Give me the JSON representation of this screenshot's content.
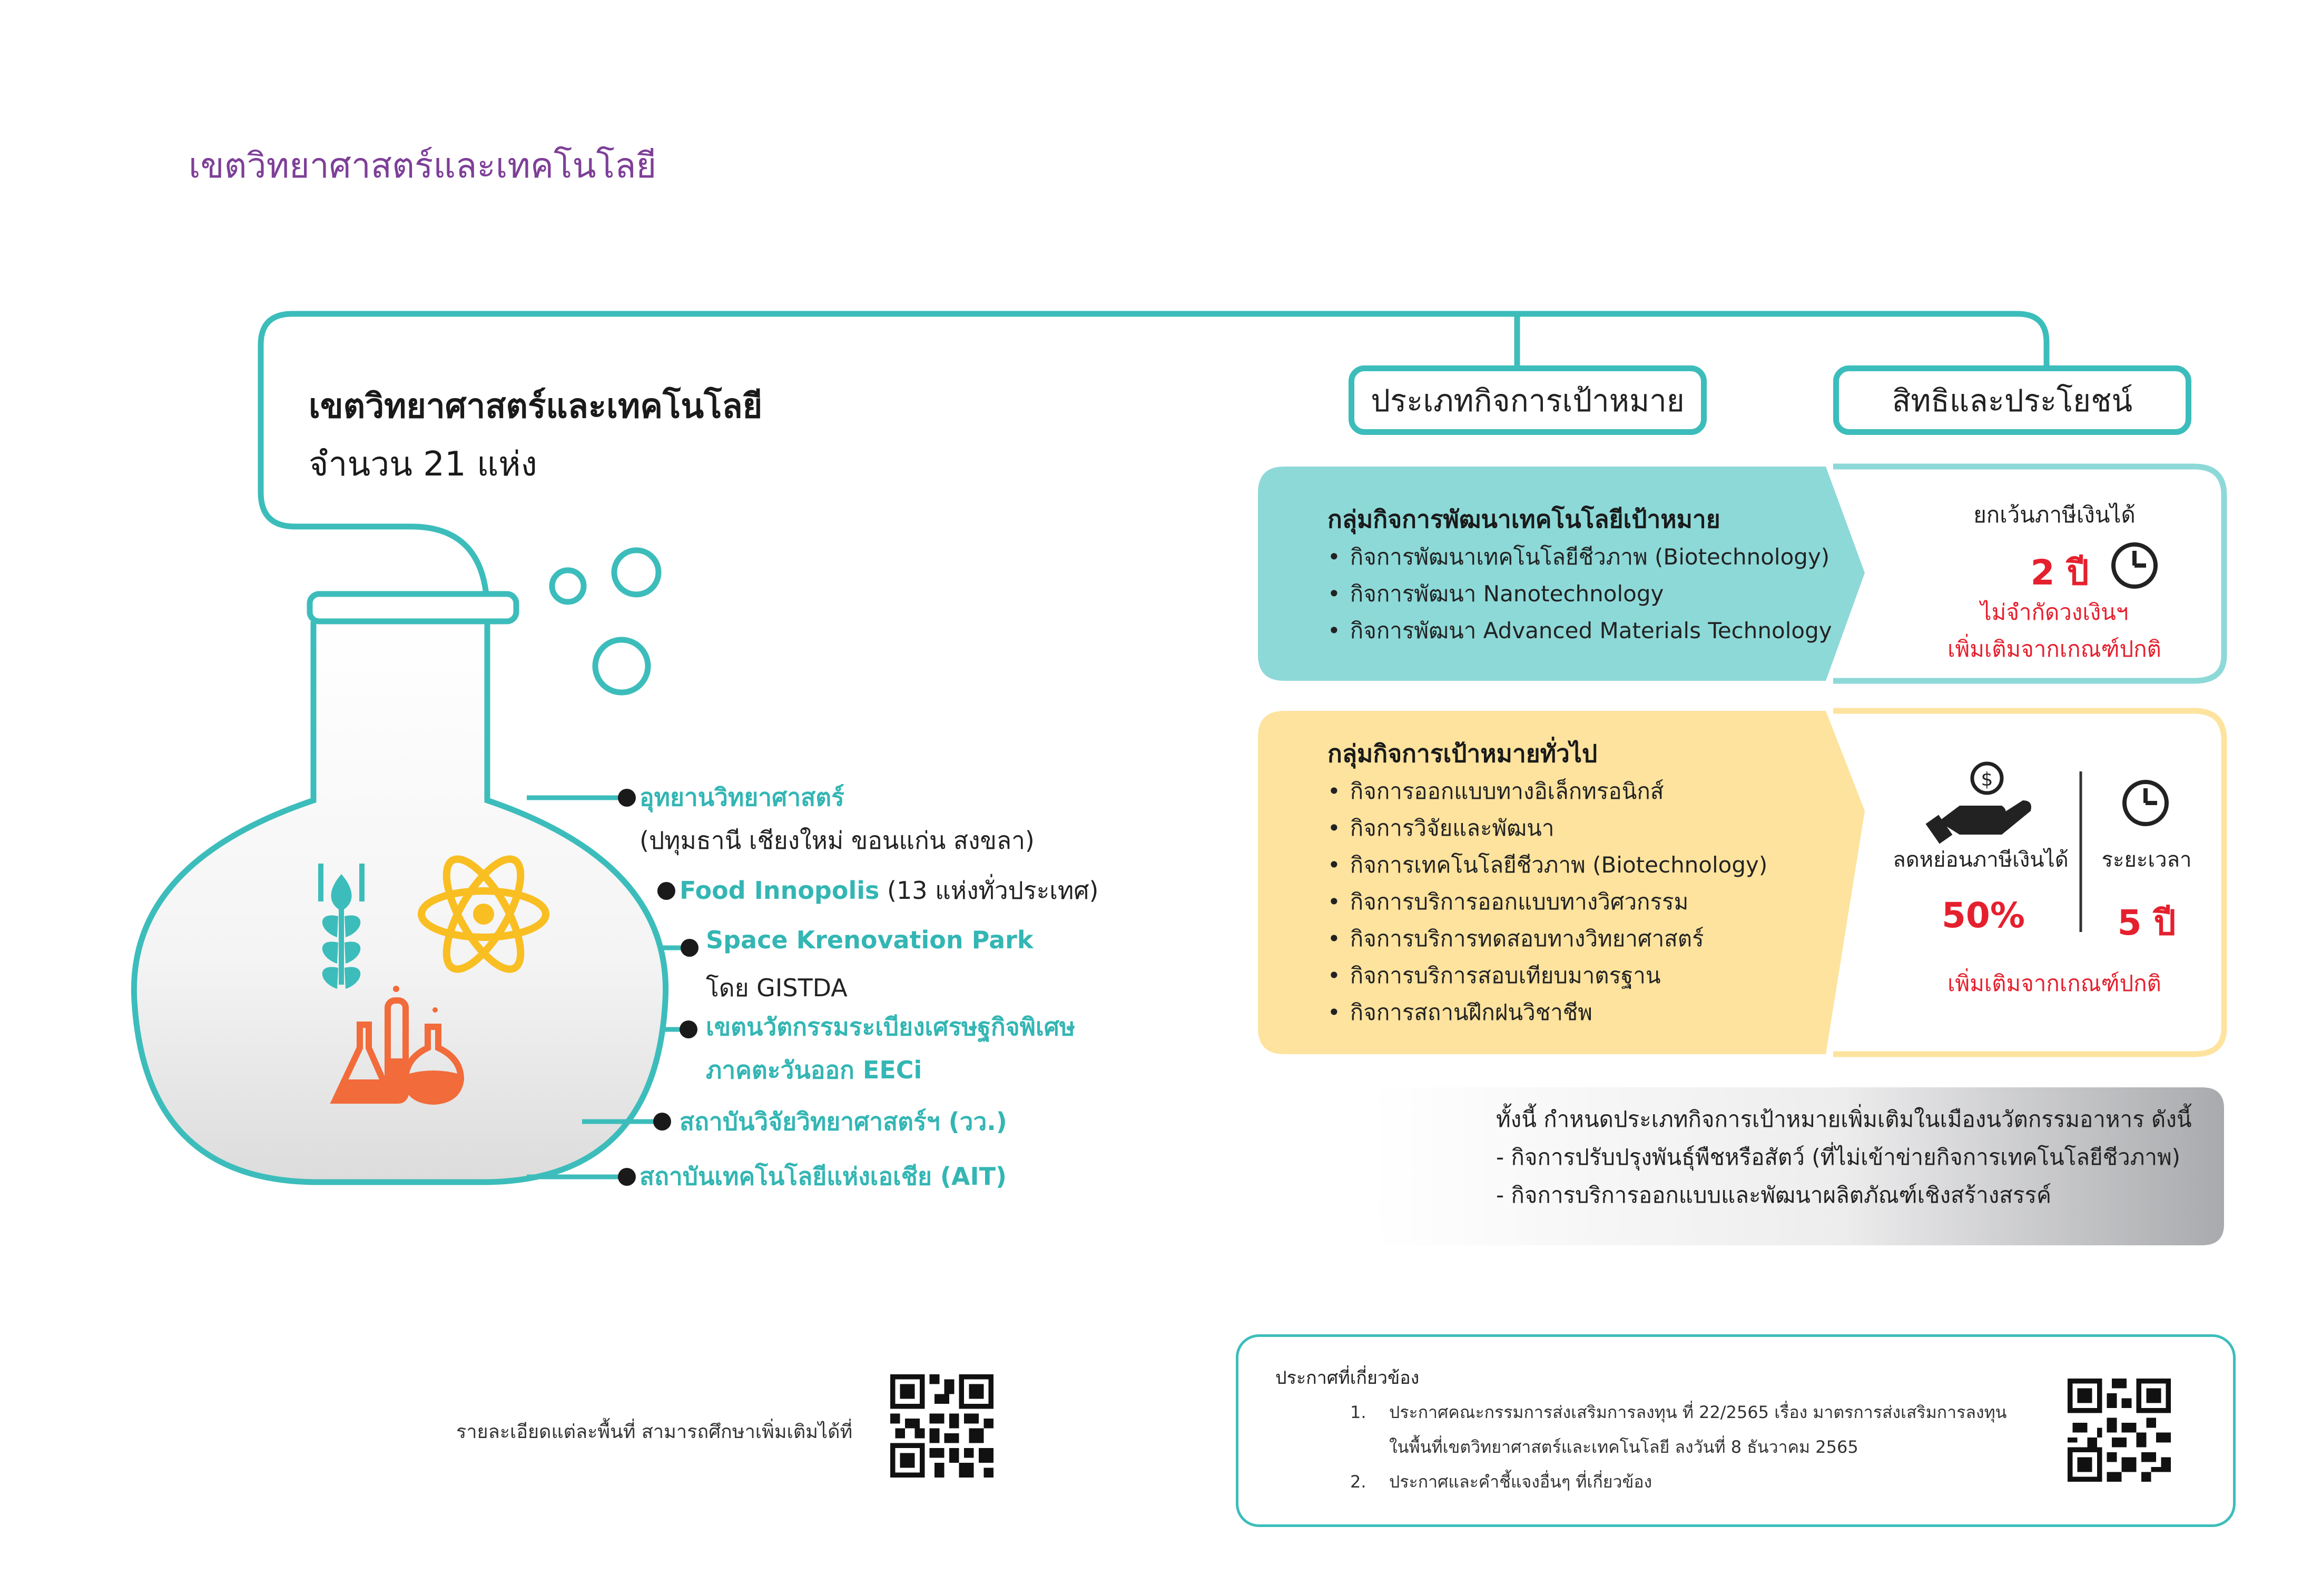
{
  "page_title": "เขตวิทยาศาสตร์และเทคโนโลยี",
  "zone": {
    "title": "เขตวิทยาศาสตร์และเทคโนโลยี",
    "count": "จำนวน 21 แห่ง"
  },
  "headers": {
    "activity": "ประเภทกิจการเป้าหมาย",
    "benefit": "สิทธิและประโยชน์"
  },
  "locations": [
    {
      "name": "อุทยานวิทยาศาสตร์",
      "detail": "(ปทุมธานี เชียงใหม่ ขอนแก่น สงขลา)"
    },
    {
      "name": "Food Innopolis",
      "detail": "(13 แห่งทั่วประเทศ)"
    },
    {
      "name": "Space Krenovation Park",
      "detail": "โดย GISTDA"
    },
    {
      "name": "เขตนวัตกรรมระเบียงเศรษฐกิจพิเศษ",
      "detail": "ภาคตะวันออก EECi"
    },
    {
      "name": "สถาบันวิจัยวิทยาศาสตร์ฯ (วว.)",
      "detail": ""
    },
    {
      "name": "สถาบันเทคโนโลยีแห่งเอเชีย (AIT)",
      "detail": ""
    }
  ],
  "group1": {
    "title": "กลุ่มกิจการพัฒนาเทคโนโลยีเป้าหมาย",
    "items": [
      "กิจการพัฒนาเทคโนโลยีชีวภาพ (Biotechnology)",
      "กิจการพัฒนา Nanotechnology",
      "กิจการพัฒนา Advanced Materials Technology"
    ],
    "benefit": {
      "label": "ยกเว้นภาษีเงินได้",
      "years": "2 ปี",
      "note1": "ไม่จำกัดวงเงินฯ",
      "note2": "เพิ่มเติมจากเกณฑ์ปกติ"
    }
  },
  "group2": {
    "title": "กลุ่มกิจการเป้าหมายทั่วไป",
    "items": [
      "กิจการออกแบบทางอิเล็กทรอนิกส์",
      "กิจการวิจัยและพัฒนา",
      "กิจการเทคโนโลยีชีวภาพ (Biotechnology)",
      "กิจการบริการออกแบบทางวิศวกรรม",
      "กิจการบริการทดสอบทางวิทยาศาสตร์",
      "กิจการบริการสอบเทียบมาตรฐาน",
      "กิจการสถานฝึกฝนวิชาชีพ"
    ],
    "benefit": {
      "label_left": "ลดหย่อนภาษีเงินได้",
      "value_left": "50%",
      "label_right": "ระยะเวลา",
      "value_right": "5 ปี",
      "note": "เพิ่มเติมจากเกณฑ์ปกติ"
    }
  },
  "note": {
    "intro": "ทั้งนี้ กำหนดประเภทกิจการเป้าหมายเพิ่มเติมในเมืองนวัตกรรมอาหาร ดังนี้",
    "items": [
      "- กิจการปรับปรุงพันธุ์พืชหรือสัตว์ (ที่ไม่เข้าข่ายกิจการเทคโนโลยีชีวภาพ)",
      "- กิจการบริการออกแบบและพัฒนาผลิตภัณฑ์เชิงสร้างสรรค์"
    ]
  },
  "footer": {
    "details_text": "รายละเอียดแต่ละพื้นที่ สามารถศึกษาเพิ่มเติมได้ที่"
  },
  "announcements": {
    "title": "ประกาศที่เกี่ยวข้อง",
    "items": [
      {
        "num": "1.",
        "line1": "ประกาศคณะกรรมการส่งเสริมการลงทุน ที่ 22/2565 เรื่อง มาตรการส่งเสริมการลงทุน",
        "line2": "ในพื้นที่เขตวิทยาศาสตร์และเทคโนโลยี ลงวันที่ 8 ธันวาคม 2565"
      },
      {
        "num": "2.",
        "line1": "ประกาศและคำชี้แจงอื่นๆ ที่เกี่ยวข้อง",
        "line2": ""
      }
    ]
  },
  "colors": {
    "teal": "#3cbdbb",
    "teal_light": "#8dd9d8",
    "yellow": "#fde39e",
    "orange": "#f26b3a",
    "purple": "#7e3f98",
    "red": "#e5202e",
    "atom_yellow": "#f9be21"
  },
  "icons": [
    "wheat-icon",
    "atom-icon",
    "lab-flasks-icon",
    "hand-coin-icon",
    "clock-icon",
    "qr-code-icon"
  ]
}
